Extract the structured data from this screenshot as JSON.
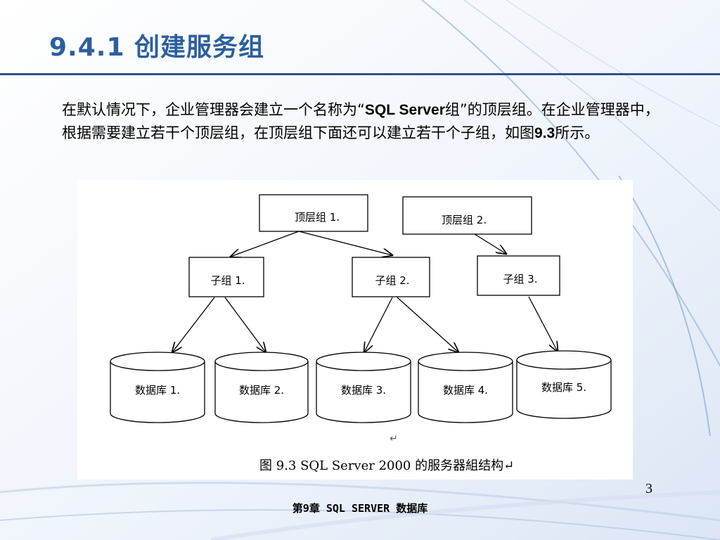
{
  "slide": {
    "title": "9.4.1  创建服务组",
    "paragraph": {
      "part1": "在默认情况下，企业管理器会建立一个名称为“",
      "bold1": "SQL Server",
      "part2": "组”的顶层组。在企业管理器中，根据需要建立若干个顶层组，在顶层组下面还可以建立若干个子组，如图",
      "bold2": "9.3",
      "part3": "所示。"
    },
    "page_number": "3",
    "footer": "第9章 SQL SERVER 数据库"
  },
  "figure": {
    "top_groups": [
      "顶层组 1.",
      "顶层组 2."
    ],
    "sub_groups": [
      "子组 1.",
      "子组 2.",
      "子组 3."
    ],
    "databases": [
      "数据库 1.",
      "数据库 2.",
      "数据库 3.",
      "数据库 4.",
      "数据库 5."
    ],
    "return_mark": "↵",
    "caption": "图 9.3  SQL Server 2000 的服务器組结构↵"
  },
  "colors": {
    "title": "#2d5f9e",
    "rule": "#2f4f8f",
    "background": "#f4f7fc"
  }
}
